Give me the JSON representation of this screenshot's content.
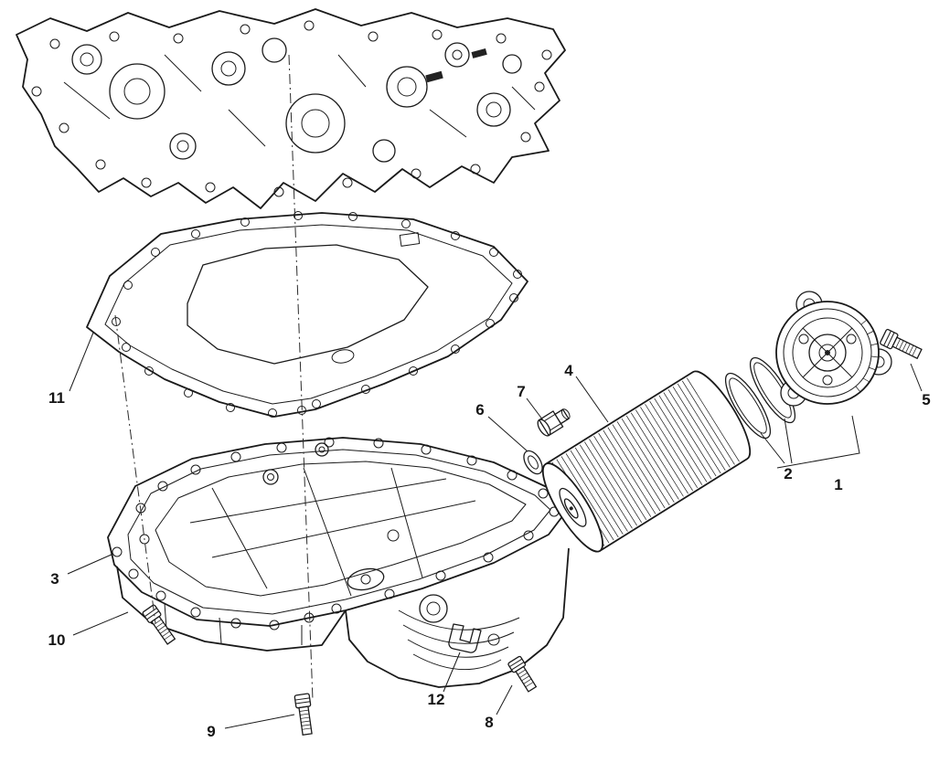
{
  "diagram": {
    "colors": {
      "line": "#1a1a1a",
      "background": "#ffffff"
    },
    "labels": [
      {
        "part": 1,
        "text": "1"
      },
      {
        "part": 2,
        "text": "2"
      },
      {
        "part": 3,
        "text": "3"
      },
      {
        "part": 4,
        "text": "4"
      },
      {
        "part": 5,
        "text": "5"
      },
      {
        "part": 6,
        "text": "6"
      },
      {
        "part": 7,
        "text": "7"
      },
      {
        "part": 8,
        "text": "8"
      },
      {
        "part": 9,
        "text": "9"
      },
      {
        "part": 10,
        "text": "10"
      },
      {
        "part": 11,
        "text": "11"
      },
      {
        "part": 12,
        "text": "12"
      }
    ]
  }
}
